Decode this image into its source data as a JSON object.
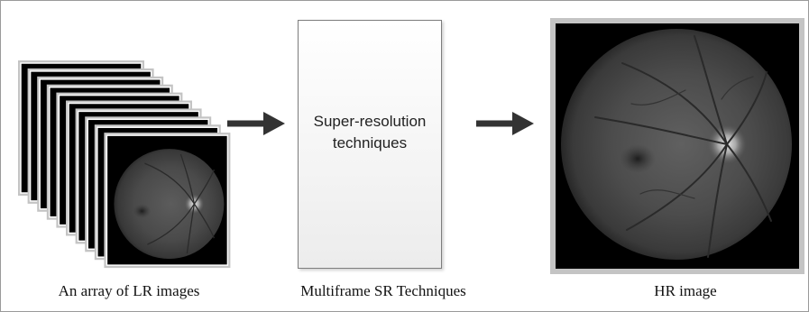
{
  "figure": {
    "stack_frame_count": 10,
    "box_label": "Super-resolution\ntechniques",
    "captions": {
      "lr_images": "An array of LR images",
      "multiframe": "Multiframe SR Techniques",
      "hr_image": "HR image"
    },
    "colors": {
      "border": "#9a9a9a",
      "arrow": "#333333",
      "frame_black": "#000000",
      "frame_gray": "#c4c4c4",
      "retina_red": "#6a6a6a"
    }
  }
}
